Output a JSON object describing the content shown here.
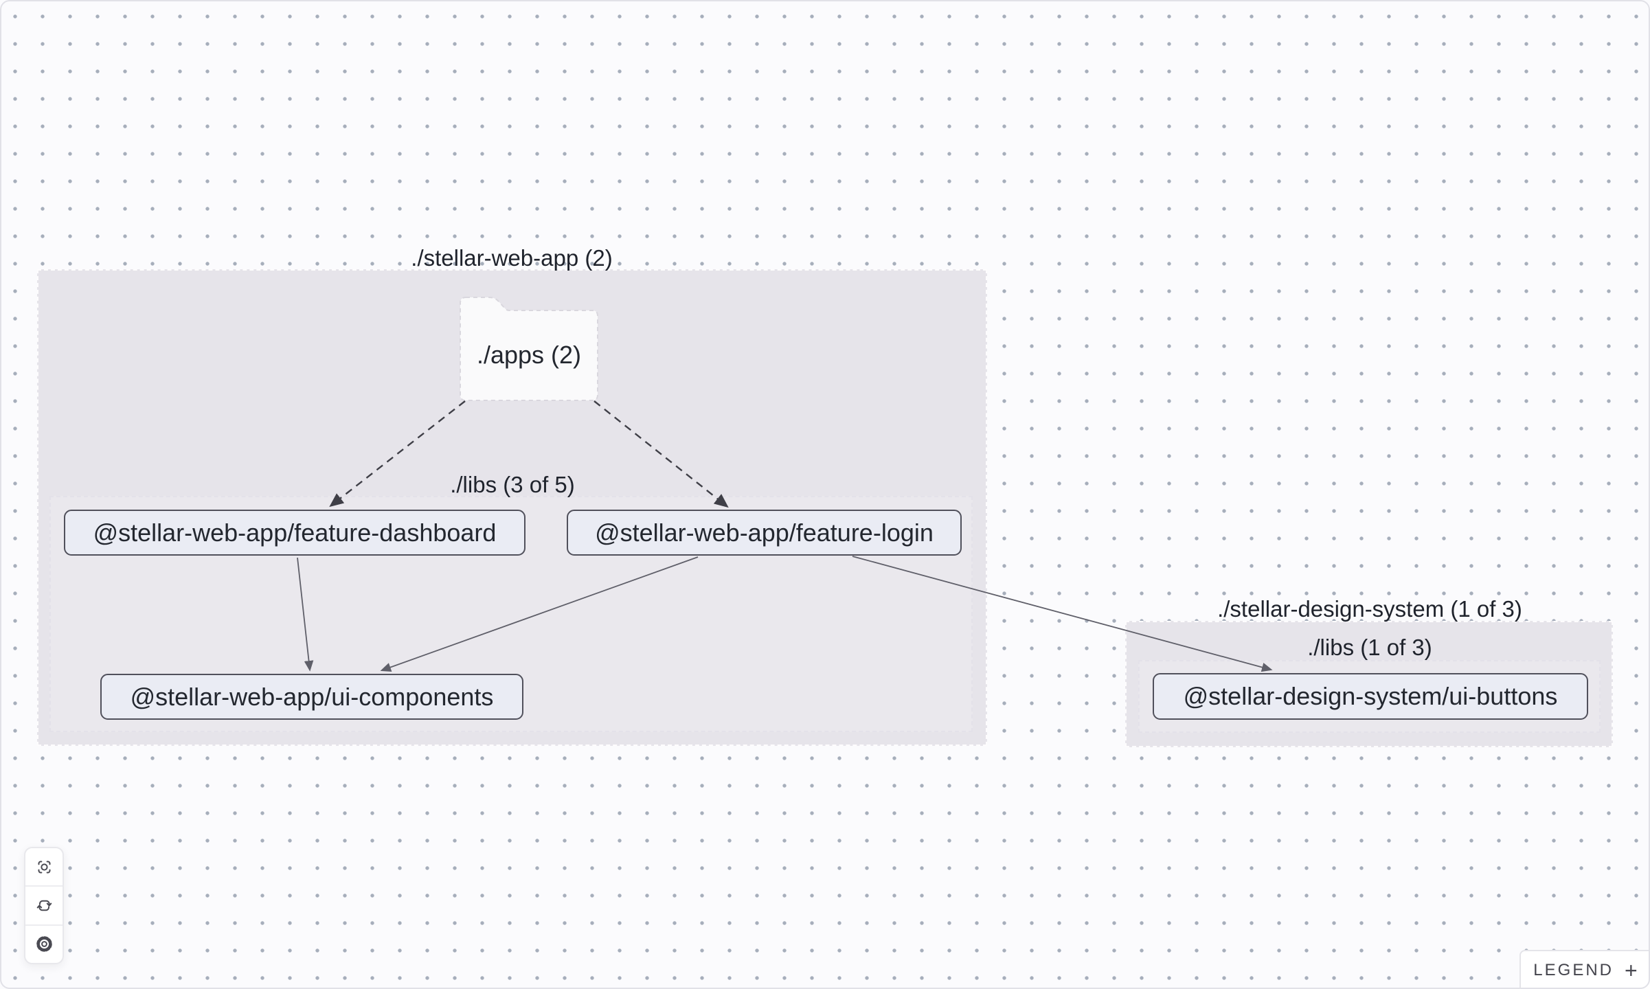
{
  "graph": {
    "groups": [
      {
        "id": "stellar-web-app",
        "title": "./stellar-web-app (2)",
        "subgroup_label": "./libs (3 of 5)"
      },
      {
        "id": "stellar-design-system",
        "title": "./stellar-design-system (1 of 3)",
        "subgroup_label": "./libs (1 of 3)"
      }
    ],
    "folder": {
      "label": "./apps (2)"
    },
    "nodes": [
      {
        "id": "feature-dashboard",
        "label": "@stellar-web-app/feature-dashboard"
      },
      {
        "id": "feature-login",
        "label": "@stellar-web-app/feature-login"
      },
      {
        "id": "ui-components",
        "label": "@stellar-web-app/ui-components"
      },
      {
        "id": "ui-buttons",
        "label": "@stellar-design-system/ui-buttons"
      }
    ],
    "edges": [
      {
        "from": "apps-folder",
        "to": "feature-dashboard",
        "style": "dashed"
      },
      {
        "from": "apps-folder",
        "to": "feature-login",
        "style": "dashed"
      },
      {
        "from": "feature-dashboard",
        "to": "ui-components",
        "style": "solid"
      },
      {
        "from": "feature-login",
        "to": "ui-components",
        "style": "solid"
      },
      {
        "from": "feature-login",
        "to": "ui-buttons",
        "style": "solid"
      }
    ]
  },
  "toolbar": {
    "buttons": [
      {
        "name": "focus",
        "icon": "focus-icon"
      },
      {
        "name": "refresh",
        "icon": "refresh-icon"
      },
      {
        "name": "settings",
        "icon": "gear-icon"
      }
    ]
  },
  "legend": {
    "label": "LEGEND",
    "expand_label": "+"
  },
  "colors": {
    "canvas_bg": "#FBFBFD",
    "dot": "#A6AEBB",
    "group_fill": "#E6E4EA",
    "node_fill": "#EAECF4",
    "node_border": "#50505B",
    "edge_solid": "#5F5F69",
    "edge_dashed": "#3F3F47",
    "text": "#23272F"
  }
}
